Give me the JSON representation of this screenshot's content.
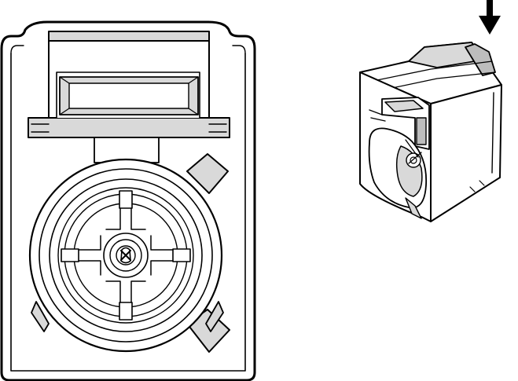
{
  "diagram": {
    "views": [
      {
        "id": "front-view",
        "kind": "connector-face"
      },
      {
        "id": "iso-view",
        "kind": "connector-isometric"
      }
    ],
    "arrow": {
      "direction": "down",
      "icon": "arrow-down-icon"
    },
    "colors": {
      "line": "#000000",
      "fill": "#ffffff",
      "shade": "#d9d9d9"
    }
  }
}
